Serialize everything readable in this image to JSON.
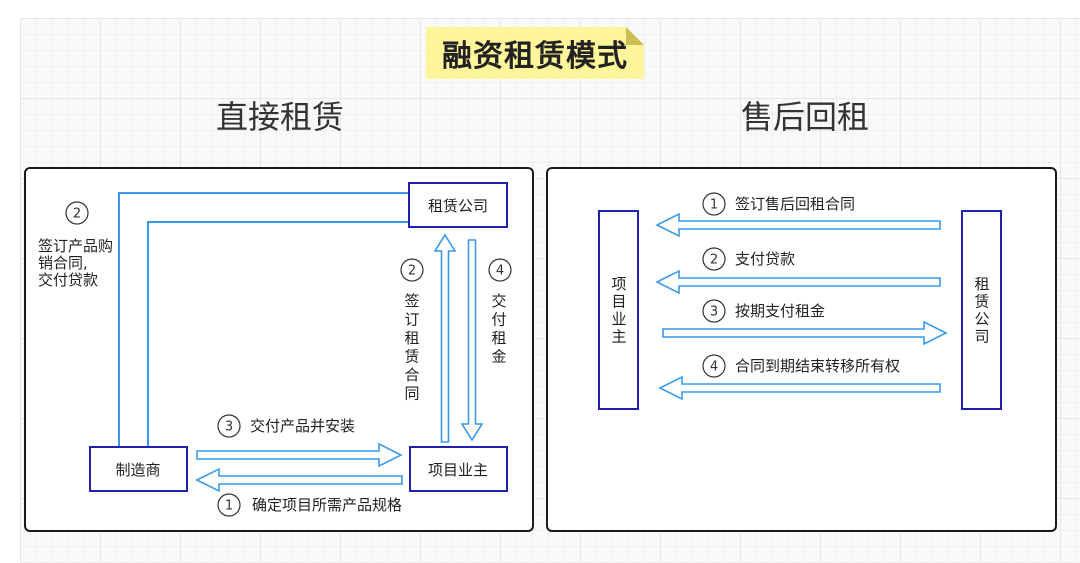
{
  "main_title": "融资租赁模式",
  "direct": {
    "title": "直接租赁",
    "entities": {
      "lessor": "租赁公司",
      "manufacturer": "制造商",
      "owner": "项目业主"
    },
    "steps": [
      {
        "num": "1",
        "lines": [
          "确定项目所需产品规格"
        ]
      },
      {
        "num": "2",
        "lines": [
          "签订产品购",
          "销合同,",
          "交付贷款"
        ]
      },
      {
        "num": "2",
        "lines": [
          "签",
          "订",
          "租",
          "赁",
          "合",
          "同"
        ]
      },
      {
        "num": "3",
        "lines": [
          "交付产品并安装"
        ]
      },
      {
        "num": "4",
        "lines": [
          "交",
          "付",
          "租",
          "金"
        ]
      }
    ]
  },
  "leaseback": {
    "title": "售后回租",
    "entities": {
      "owner": [
        "项",
        "目",
        "业",
        "主"
      ],
      "lessor": [
        "租",
        "赁",
        "公",
        "司"
      ]
    },
    "steps": [
      {
        "num": "1",
        "label": "签订售后回租合同"
      },
      {
        "num": "2",
        "label": "支付贷款"
      },
      {
        "num": "3",
        "label": "按期支付租金"
      },
      {
        "num": "4",
        "label": "合同到期结束转移所有权"
      }
    ]
  },
  "colors": {
    "box_border": "#1f1fb3",
    "arrow": "#3a9ae8",
    "panel_border": "#1a1a1a",
    "note_fill": "#fff59a"
  }
}
